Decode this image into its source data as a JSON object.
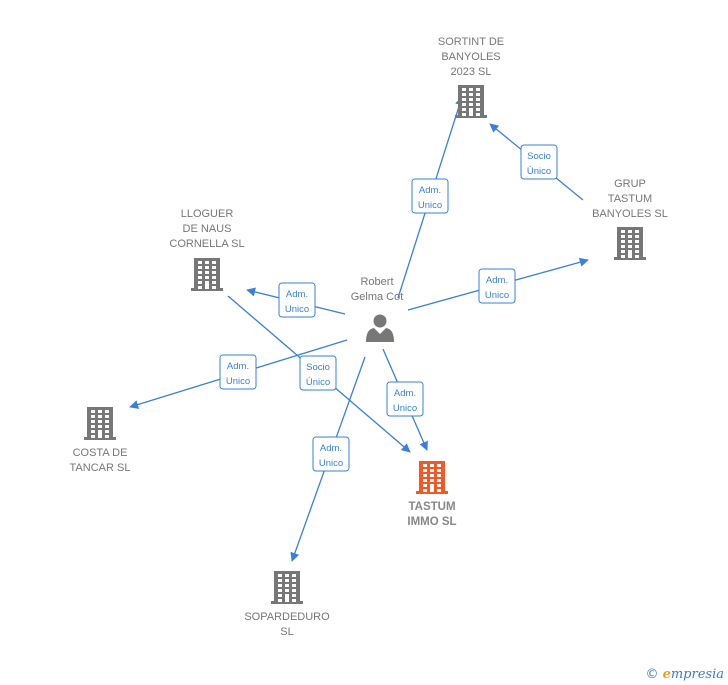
{
  "colors": {
    "edge": "#3a80d6",
    "company": "#777777",
    "focus_company": "#f05a28",
    "person": "#777777"
  },
  "center_person": {
    "name_lines": [
      "Robert",
      "Gelma Cot"
    ],
    "icon": "person-icon"
  },
  "companies": [
    {
      "key": "sortint",
      "name_lines": [
        "SORTINT DE",
        "BANYOLES",
        "2023  SL"
      ],
      "icon": "building-icon",
      "focus": false
    },
    {
      "key": "grup",
      "name_lines": [
        "GRUP",
        "TASTUM",
        "BANYOLES  SL"
      ],
      "icon": "building-icon",
      "focus": false
    },
    {
      "key": "lloguer",
      "name_lines": [
        "LLOGUER",
        "DE NAUS",
        "CORNELLA  SL"
      ],
      "icon": "building-icon",
      "focus": false
    },
    {
      "key": "costa",
      "name_lines": [
        "COSTA DE",
        "TANCAR SL"
      ],
      "icon": "building-icon",
      "focus": false
    },
    {
      "key": "tastum",
      "name_lines": [
        "TASTUM",
        "IMMO  SL"
      ],
      "icon": "building-icon",
      "focus": true
    },
    {
      "key": "sopardeduro",
      "name_lines": [
        "SOPARDEDURO",
        "SL"
      ],
      "icon": "building-icon",
      "focus": false
    }
  ],
  "relations": [
    {
      "from": "person",
      "to": "sortint",
      "label_lines": [
        "Adm.",
        "Unico"
      ]
    },
    {
      "from": "grup",
      "to": "sortint",
      "label_lines": [
        "Socio",
        "Único"
      ]
    },
    {
      "from": "person",
      "to": "grup",
      "label_lines": [
        "Adm.",
        "Unico"
      ]
    },
    {
      "from": "person",
      "to": "lloguer",
      "label_lines": [
        "Adm.",
        "Unico"
      ]
    },
    {
      "from": "person",
      "to": "costa",
      "label_lines": [
        "Adm.",
        "Unico"
      ]
    },
    {
      "from": "lloguer",
      "to": "tastum",
      "label_lines": [
        "Socio",
        "Único"
      ]
    },
    {
      "from": "person",
      "to": "tastum",
      "label_lines": [
        "Adm.",
        "Unico"
      ]
    },
    {
      "from": "person",
      "to": "sopardeduro",
      "label_lines": [
        "Adm.",
        "Unico"
      ]
    }
  ],
  "footer": {
    "copyright_symbol": "©",
    "brand_initial": "e",
    "brand_rest": "mpresia"
  }
}
